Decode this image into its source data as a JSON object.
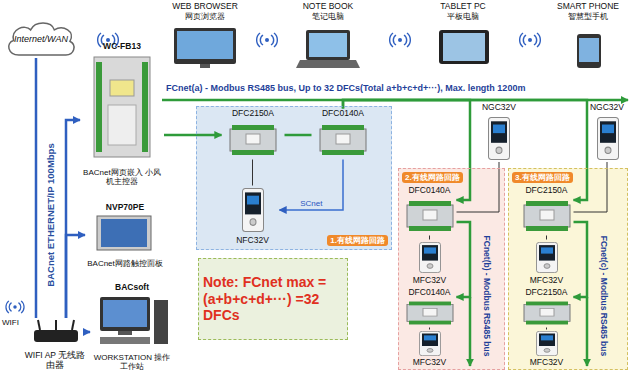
{
  "diagram": {
    "nodes": [
      {
        "text": [
          "Internet/WAN"
        ]
      },
      {
        "text": [
          "WEB BROWSER",
          "网页浏览器"
        ]
      },
      {
        "text": [
          "NOTE BOOK",
          "笔记电脑"
        ]
      },
      {
        "text": [
          "TABLET PC",
          "平板电脑"
        ]
      },
      {
        "text": [
          "SMART PHONE",
          "智慧型手机"
        ]
      },
      {
        "text": [
          "WC-FB13",
          "BACnet网页嵌入 小风机主控器"
        ]
      },
      {
        "text": [
          "1.有线网路回路"
        ]
      },
      {
        "text": [
          "DFC2150A"
        ],
        "in": 6
      },
      {
        "text": [
          "DFC0140A"
        ],
        "in": 6
      },
      {
        "text": [
          "NFC32V"
        ],
        "in": 6
      },
      {
        "text": [
          "NGC32V"
        ]
      },
      {
        "text": [
          "NGC32V"
        ]
      },
      {
        "text": [
          "2.有线网路回路"
        ]
      },
      {
        "text": [
          "DFC0140A"
        ],
        "in": 12
      },
      {
        "text": [
          "MFC32V"
        ],
        "in": 12
      },
      {
        "text": [
          "DFC0140A"
        ],
        "in": 12
      },
      {
        "text": [
          "MFC32V"
        ],
        "in": 12
      },
      {
        "text": [
          "3.有线网路回路"
        ]
      },
      {
        "text": [
          "DFC2150A"
        ],
        "in": 17
      },
      {
        "text": [
          "MFC32V"
        ],
        "in": 17
      },
      {
        "text": [
          "DFC2150A"
        ],
        "in": 17
      },
      {
        "text": [
          "MFC32V"
        ],
        "in": 17
      },
      {
        "text": [
          "NVP70PE",
          "BACnet网路触控面板"
        ]
      },
      {
        "text": [
          "BACsoft",
          "WORKSTATION 操作工作站"
        ]
      },
      {
        "text": [
          "WIFI AP 无线路由器"
        ]
      },
      {
        "text": [
          "Note: FCnet max =(a+b+c+d+···) =32 DFCs"
        ]
      }
    ],
    "edges": [
      {
        "from": 0,
        "to": 24,
        "arrow": "none"
      },
      {
        "from": 24,
        "to": 5,
        "arrow": "to"
      },
      {
        "from": 24,
        "to": 22,
        "arrow": "to"
      },
      {
        "from": 24,
        "to": 23,
        "arrow": "to"
      },
      {
        "from": 5,
        "to": 7,
        "arrow": "to"
      },
      {
        "from": 7,
        "to": 8,
        "arrow": "none"
      },
      {
        "from": 7,
        "to": 9,
        "arrow": "none"
      },
      {
        "from": 8,
        "to": 9,
        "arrow": "to",
        "label": "SCnet"
      },
      {
        "from": 8,
        "to": 13,
        "arrow": "to"
      },
      {
        "from": 8,
        "to": 18,
        "arrow": "to"
      },
      {
        "from": 13,
        "to": 15,
        "arrow": "to"
      },
      {
        "from": 18,
        "to": 20,
        "arrow": "to"
      },
      {
        "from": 13,
        "to": 14,
        "arrow": "none"
      },
      {
        "from": 15,
        "to": 16,
        "arrow": "none"
      },
      {
        "from": 18,
        "to": 19,
        "arrow": "none"
      },
      {
        "from": 20,
        "to": 21,
        "arrow": "none"
      },
      {
        "from": 10,
        "to": 13,
        "arrow": "none"
      },
      {
        "from": 11,
        "to": 18,
        "arrow": "none"
      }
    ],
    "labels": [
      "BACnet ETHERNET/IP 100Mbps",
      "FCnet(a) - Modbus RS485 bus, Up to 32 DFCs(Total a+b+c+d+···), Max. length 1200m",
      "WIFI",
      "FCnet(b) - Modbus RS485 bus",
      "FCnet(c) - Modbus RS485 bus"
    ]
  }
}
